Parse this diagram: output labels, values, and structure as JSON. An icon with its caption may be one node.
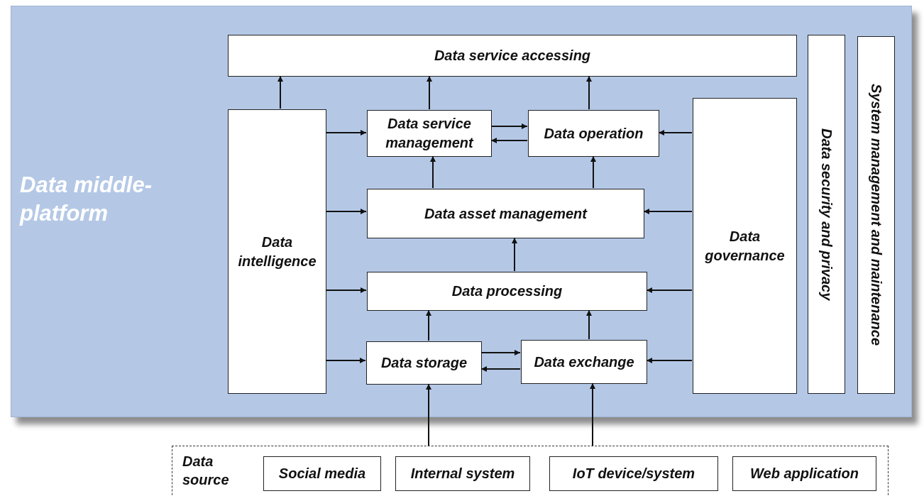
{
  "diagram": {
    "nodes": [
      {
        "text": [
          "Data middle-platform"
        ]
      },
      {
        "text": [
          "Data service accessing"
        ],
        "in": 0
      },
      {
        "text": [
          "Data intelligence"
        ],
        "in": 0
      },
      {
        "text": [
          "Data service management"
        ],
        "in": 0
      },
      {
        "text": [
          "Data operation"
        ],
        "in": 0
      },
      {
        "text": [
          "Data asset management"
        ],
        "in": 0
      },
      {
        "text": [
          "Data governance"
        ],
        "in": 0
      },
      {
        "text": [
          "Data processing"
        ],
        "in": 0
      },
      {
        "text": [
          "Data storage"
        ],
        "in": 0
      },
      {
        "text": [
          "Data exchange"
        ],
        "in": 0
      },
      {
        "text": [
          "Data security and privacy"
        ],
        "in": 0
      },
      {
        "text": [
          "System management and maintenance"
        ],
        "in": 0
      },
      {
        "text": [
          "Data source"
        ]
      },
      {
        "text": [
          "Social media"
        ],
        "in": 12
      },
      {
        "text": [
          "Internal system"
        ],
        "in": 12
      },
      {
        "text": [
          "IoT device/system"
        ],
        "in": 12
      },
      {
        "text": [
          "Web application"
        ],
        "in": 12
      }
    ],
    "edges": [
      {
        "from": 2,
        "to": 1,
        "arrow": "to"
      },
      {
        "from": 3,
        "to": 1,
        "arrow": "to"
      },
      {
        "from": 4,
        "to": 1,
        "arrow": "to"
      },
      {
        "from": 2,
        "to": 3,
        "arrow": "to"
      },
      {
        "from": 3,
        "to": 4,
        "arrow": "to"
      },
      {
        "from": 4,
        "to": 3,
        "arrow": "to"
      },
      {
        "from": 6,
        "to": 4,
        "arrow": "to"
      },
      {
        "from": 5,
        "to": 3,
        "arrow": "to"
      },
      {
        "from": 5,
        "to": 4,
        "arrow": "to"
      },
      {
        "from": 2,
        "to": 5,
        "arrow": "to"
      },
      {
        "from": 6,
        "to": 5,
        "arrow": "to"
      },
      {
        "from": 7,
        "to": 5,
        "arrow": "to"
      },
      {
        "from": 2,
        "to": 7,
        "arrow": "to"
      },
      {
        "from": 6,
        "to": 7,
        "arrow": "to"
      },
      {
        "from": 8,
        "to": 7,
        "arrow": "to"
      },
      {
        "from": 9,
        "to": 7,
        "arrow": "to"
      },
      {
        "from": 2,
        "to": 8,
        "arrow": "to"
      },
      {
        "from": 8,
        "to": 9,
        "arrow": "to"
      },
      {
        "from": 9,
        "to": 8,
        "arrow": "to"
      },
      {
        "from": 6,
        "to": 9,
        "arrow": "to"
      },
      {
        "from": 12,
        "to": 8,
        "arrow": "to"
      },
      {
        "from": 12,
        "to": 9,
        "arrow": "to"
      }
    ]
  }
}
